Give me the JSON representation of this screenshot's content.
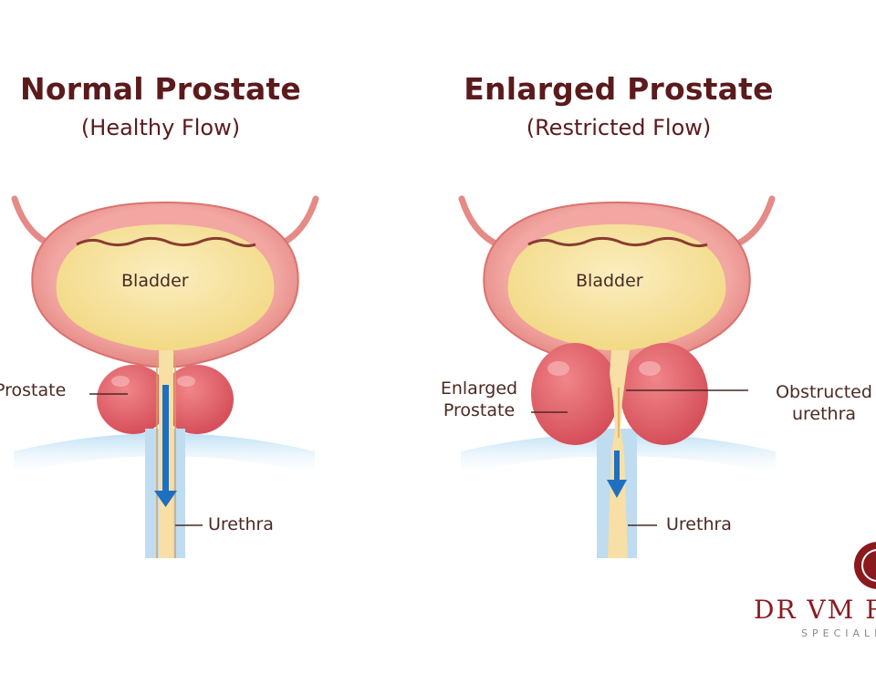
{
  "left_panel": {
    "title": "Normal Prostate",
    "subtitle": "(Healthy Flow)",
    "bladder_label": "Bladder",
    "prostate_label": "Prostate",
    "urethra_label": "Urethra"
  },
  "right_panel": {
    "title": "Enlarged Prostate",
    "subtitle": "(Restricted Flow)",
    "bladder_label": "Bladder",
    "prostate_label_line1": "Enlarged",
    "prostate_label_line2": "Prostate",
    "obstructed_label_line1": "Obstructed",
    "obstructed_label_line2": "urethra",
    "urethra_label": "Urethra"
  },
  "logo": {
    "name": "DR VM RA",
    "tagline": "SPECIALIST"
  },
  "colors": {
    "title": "#5b1a1c",
    "bladder_wall": "#e58a86",
    "bladder_fill": "#f6e19a",
    "prostate": "#df5a63",
    "flow_arrow": "#1f6fc0",
    "pelvic_floor": "#cfe7f7",
    "logo": "#8b1a1f"
  }
}
